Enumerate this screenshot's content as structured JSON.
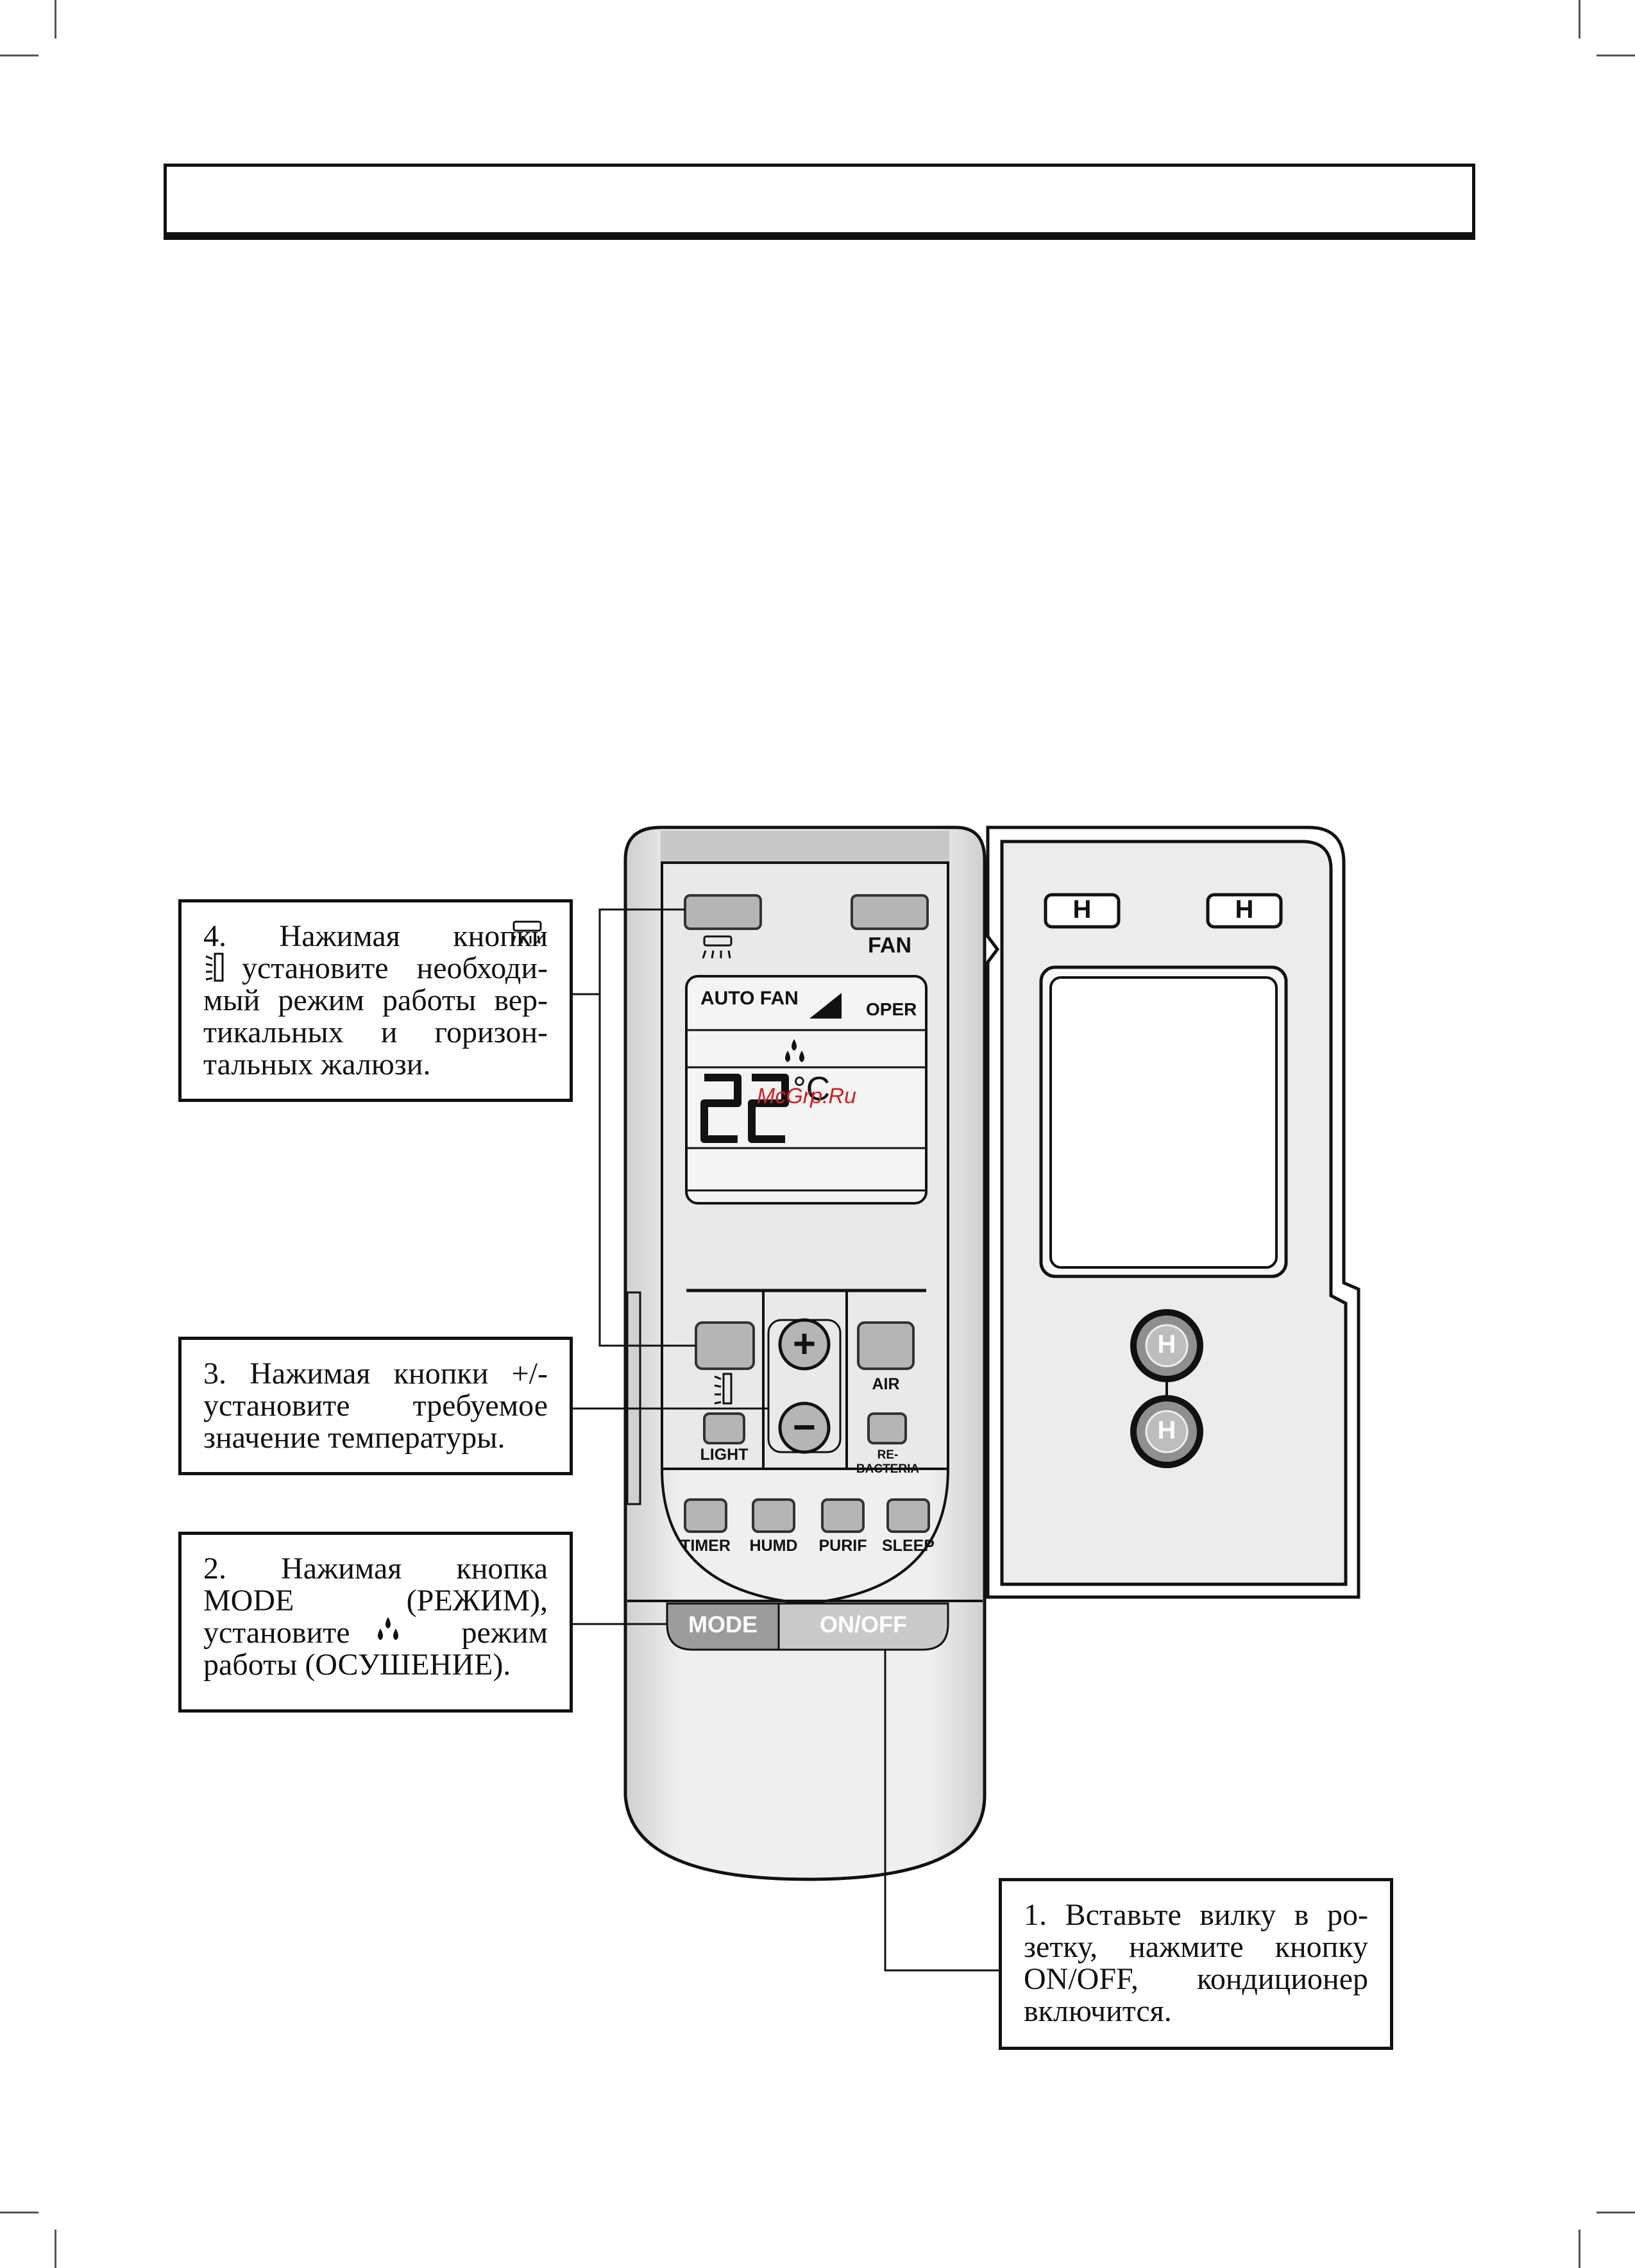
{
  "callouts": {
    "step4": {
      "lines": [
        "4. Нажимая кнопки",
        "установите необходи-",
        "мый режим работы вер-",
        "тикальных и горизон-",
        "тальных жалюзи."
      ]
    },
    "step3": {
      "lines": [
        "3. Нажимая кнопки +/-",
        "установите требуемое",
        "значение температуры."
      ]
    },
    "step2": {
      "lines": [
        "2. Нажимая кнопка",
        "MODE (РЕЖИМ),",
        "установите режим",
        "работы (ОСУШЕНИЕ)."
      ]
    },
    "step1": {
      "lines": [
        "1. Вставьте вилку в ро-",
        "зетку, нажмите кнопку",
        "ON/OFF, кондиционер",
        "включится."
      ]
    }
  },
  "remote": {
    "top_labels": {
      "fan": "FAN"
    },
    "display": {
      "auto_fan": "AUTO FAN",
      "oper": "OPER",
      "temperature": "22",
      "unit": "°C",
      "watermark": "McGrp.Ru"
    },
    "buttons": {
      "plus": "+",
      "minus": "−",
      "air": "AIR",
      "light": "LIGHT",
      "rebacteria": "RE-BACTERIA",
      "timer": "TIMER",
      "humd": "HUMD",
      "purif": "PURIF",
      "sleep": "SLEEP",
      "mode": "MODE",
      "onoff": "ON/OFF"
    }
  },
  "cover": {
    "h1": "H",
    "h2": "H",
    "h3": "H",
    "h4": "H"
  },
  "colors": {
    "remote_body": "#e6e6e6",
    "button_gray": "#b5b5b5",
    "watermark": "#d02020"
  }
}
